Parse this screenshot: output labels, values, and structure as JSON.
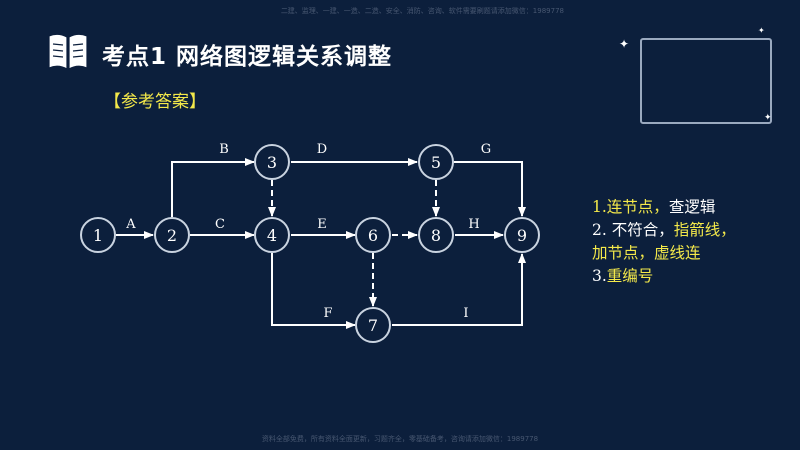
{
  "watermark_top": "二建、监理、一建、一造、二造、安全、消防、咨询、软件需要刷题请添加微信：1989778",
  "watermark_bottom": "资料全部免费，所有资料全面更新，习题齐全，零基础备考，咨询请添加微信：1989778",
  "title": "考点1 网络图逻辑关系调整",
  "answer_label": "【参考答案】",
  "colors": {
    "background": "#0c1f3c",
    "highlight_yellow": "#f4e94a",
    "line_white": "#ffffff"
  },
  "diagram": {
    "nodes": [
      "1",
      "2",
      "3",
      "4",
      "5",
      "6",
      "7",
      "8",
      "9"
    ],
    "edges": [
      {
        "from": "1",
        "to": "2",
        "label": "A",
        "style": "solid"
      },
      {
        "from": "2",
        "to": "3",
        "label": "B",
        "style": "solid"
      },
      {
        "from": "2",
        "to": "4",
        "label": "C",
        "style": "solid"
      },
      {
        "from": "3",
        "to": "5",
        "label": "D",
        "style": "solid"
      },
      {
        "from": "4",
        "to": "6",
        "label": "E",
        "style": "solid"
      },
      {
        "from": "4",
        "to": "7",
        "label": "F",
        "style": "solid"
      },
      {
        "from": "5",
        "to": "9",
        "label": "G",
        "style": "solid"
      },
      {
        "from": "8",
        "to": "9",
        "label": "H",
        "style": "solid"
      },
      {
        "from": "7",
        "to": "9",
        "label": "I",
        "style": "solid"
      },
      {
        "from": "3",
        "to": "4",
        "label": "",
        "style": "dashed"
      },
      {
        "from": "5",
        "to": "8",
        "label": "",
        "style": "dashed"
      },
      {
        "from": "6",
        "to": "8",
        "label": "",
        "style": "dashed"
      },
      {
        "from": "6",
        "to": "7",
        "label": "",
        "style": "dashed"
      }
    ]
  },
  "notes": {
    "line1_a": "1.",
    "line1_b": "连节点，",
    "line1_c": "查逻辑",
    "line2_a": "2. 不符合，",
    "line2_b": "指箭线，",
    "line3_a": "加节点，",
    "line3_b": "虚线连",
    "line4_a": "3.",
    "line4_b": "重编号"
  }
}
